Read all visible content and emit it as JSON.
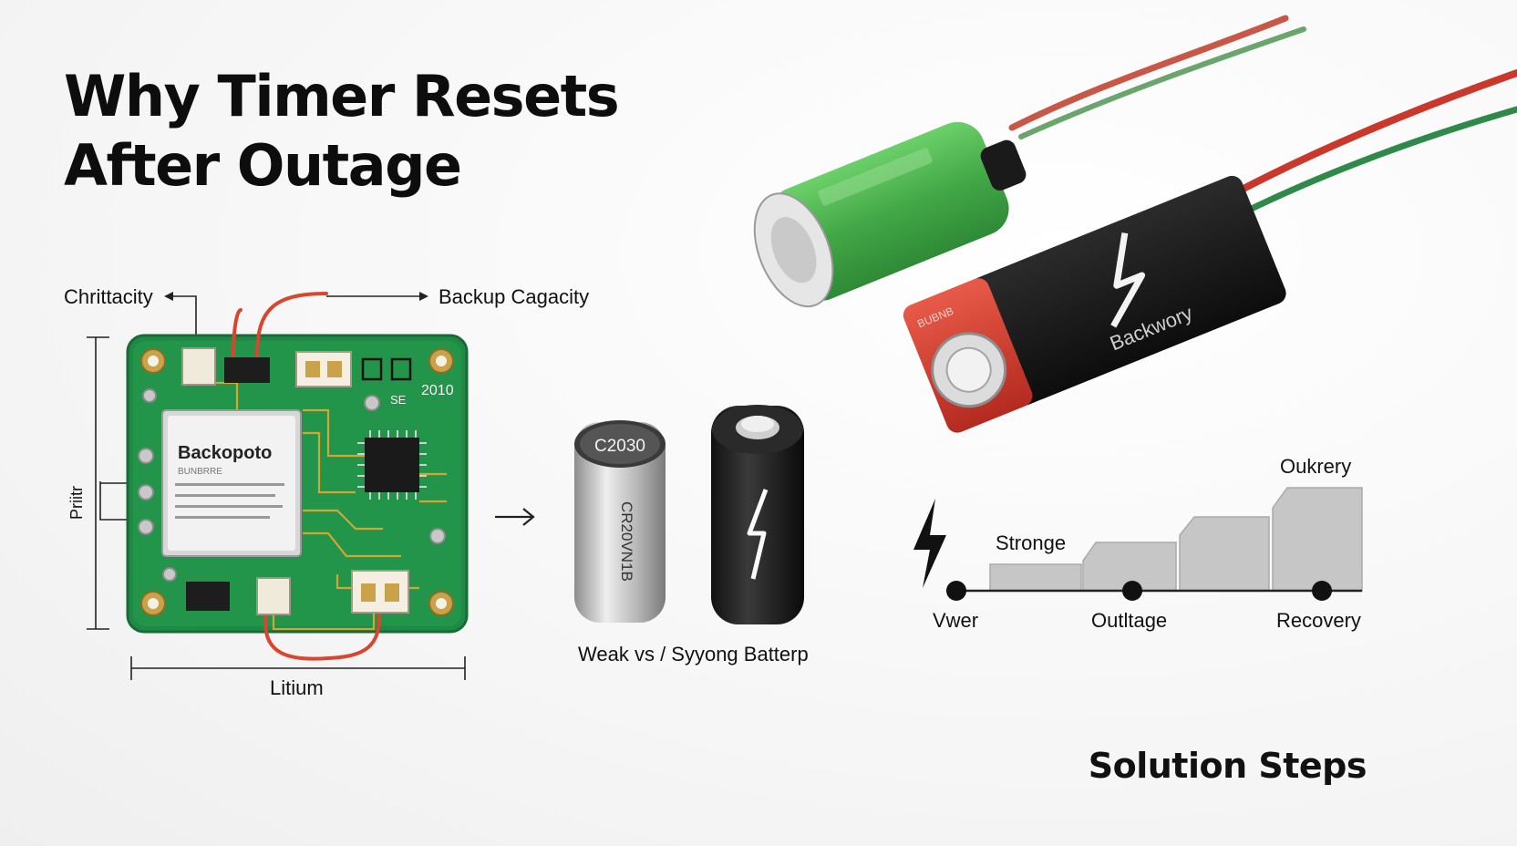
{
  "title": {
    "line1": "Why Timer Resets",
    "line2": "After Outage"
  },
  "board": {
    "top_left_label": "Chrittacity",
    "top_right_label": "Backup Cagacity",
    "side_label": "Priitr",
    "bottom_label": "Litium",
    "chip_title": "Backopoto",
    "chip_subtitle": "BUNBRRE",
    "code_label": "2010",
    "se_label": "SE"
  },
  "batteries": {
    "caption": "Weak vs /  Syyong Batterp",
    "silver_top": "C2030",
    "silver_side": "CR20VN1B",
    "backup_brand": "Backwory",
    "backup_red_text": "BUBNB"
  },
  "timeline": {
    "top_label": "Oukrery",
    "mid_label": "Stronge",
    "points": [
      "Vwer",
      "Outltage",
      "Recovery"
    ]
  },
  "solution": "Solution Steps",
  "colors": {
    "pcb_green": "#1f8a45",
    "wire_red": "#d9452f",
    "battery_green": "#4caf50",
    "battery_red": "#d23a2e"
  }
}
